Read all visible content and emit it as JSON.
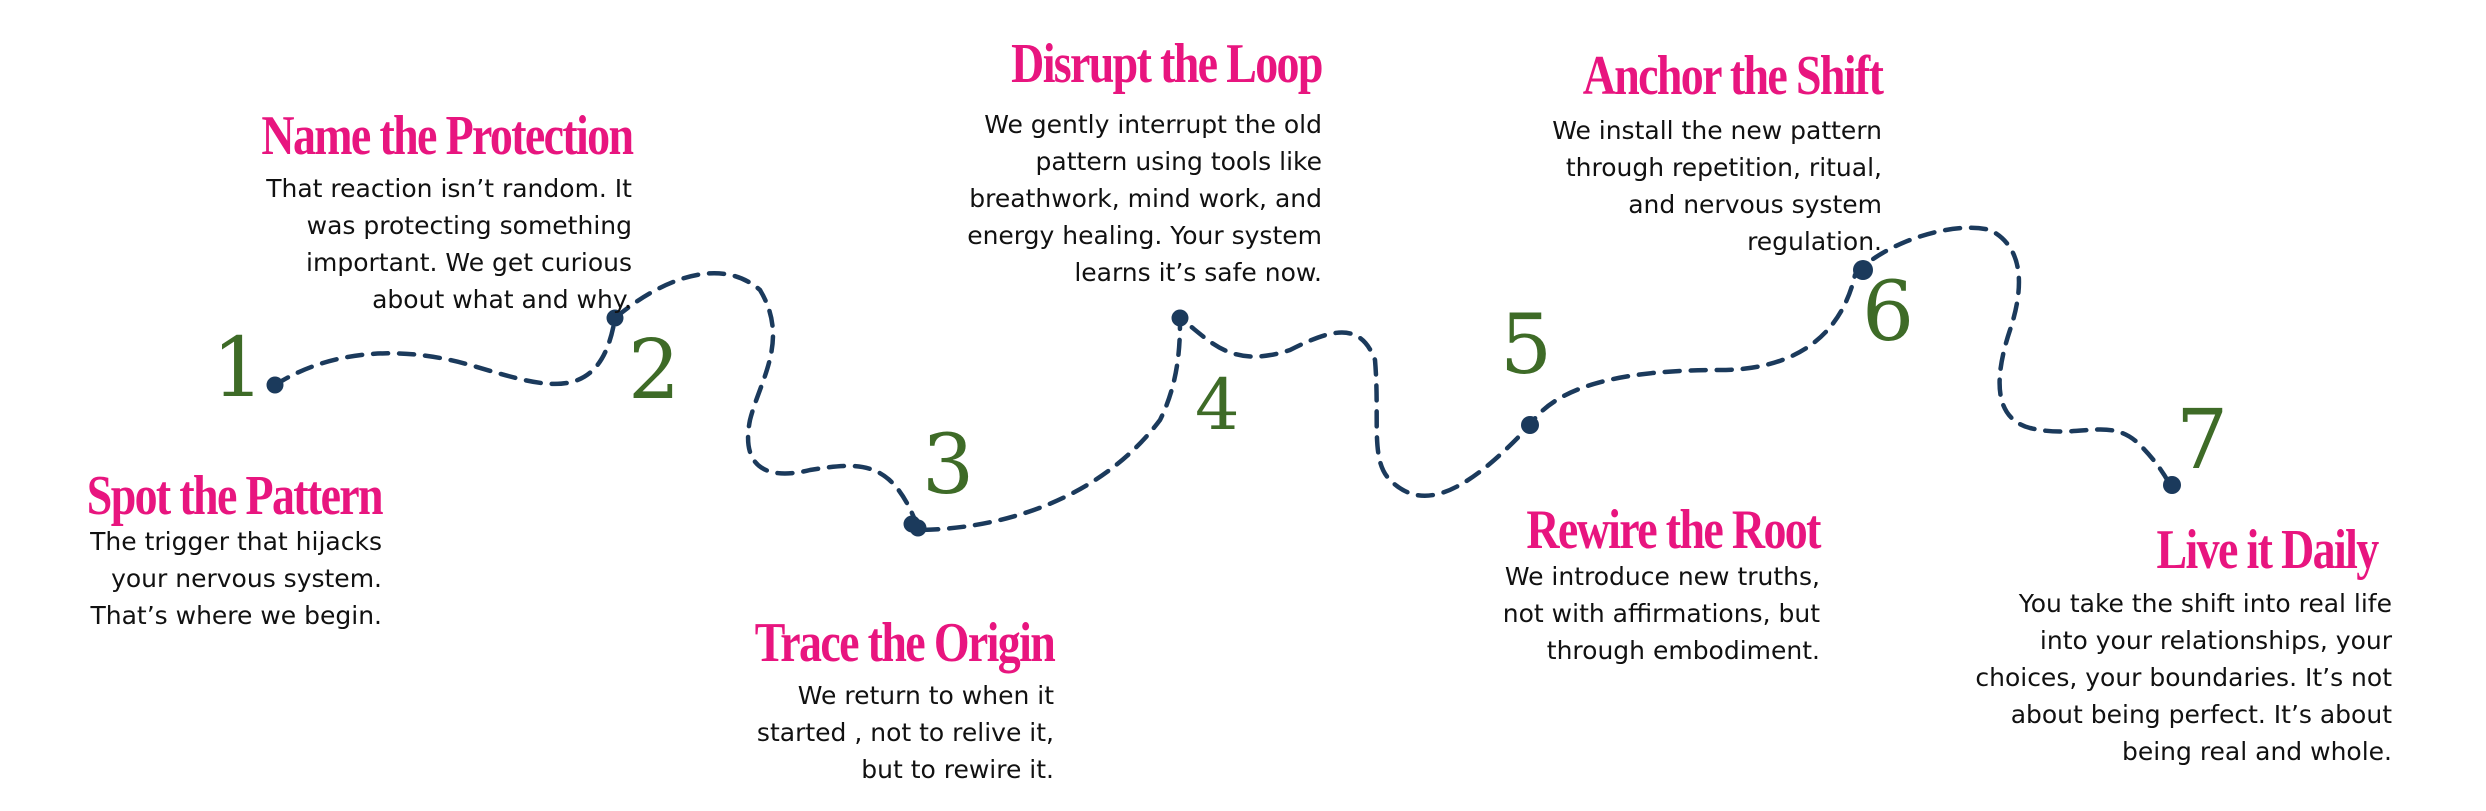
{
  "colors": {
    "title": "#e8157f",
    "number": "#3e6b27",
    "path": "#1b3a5c",
    "body_text": "#111111"
  },
  "steps": [
    {
      "number": "1",
      "title": "Spot the Pattern",
      "description": "The trigger that hijacks\nyour nervous system.\nThat’s where we begin."
    },
    {
      "number": "2",
      "title": "Name  the Protection",
      "description": "That reaction isn’t random. It\nwas protecting something\nimportant. We get curious\nabout what and why."
    },
    {
      "number": "3",
      "title": "Trace the Origin",
      "description": "We return to when it\nstarted , not to relive it,\nbut to rewire it."
    },
    {
      "number": "4",
      "title": "Disrupt the Loop",
      "description": "We gently interrupt the old\npattern using tools like\nbreathwork, mind work, and\nenergy healing. Your system\nlearns it’s safe now."
    },
    {
      "number": "5",
      "title": "Rewire the Root",
      "description": "We introduce new truths,\nnot with affirmations, but\nthrough embodiment."
    },
    {
      "number": "6",
      "title": "Anchor the Shift",
      "description": "We install the new pattern\nthrough repetition, ritual,\nand nervous system\nregulation."
    },
    {
      "number": "7",
      "title": "Live it Daily",
      "description": "You take the shift into real life\ninto your relationships, your\nchoices, your boundaries. It’s not\nabout being perfect. It’s about\nbeing real and whole."
    }
  ]
}
